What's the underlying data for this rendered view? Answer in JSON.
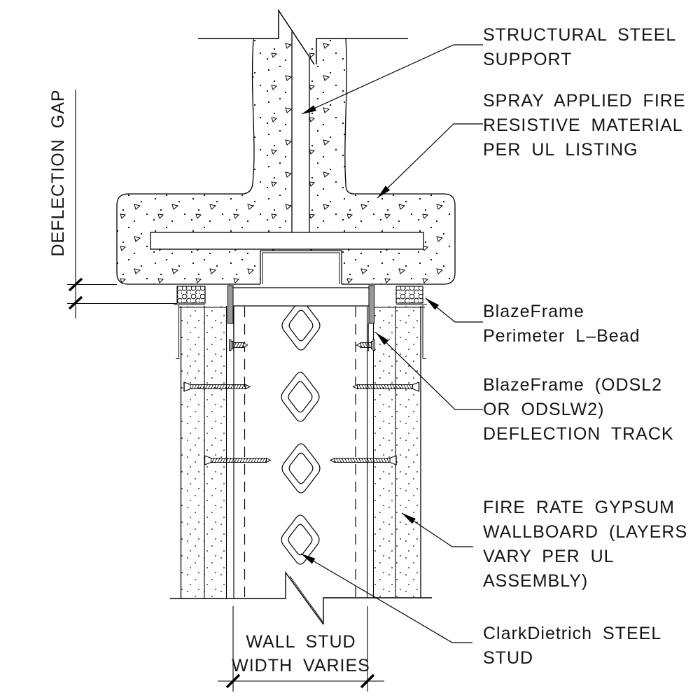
{
  "callouts": {
    "structural_steel_support": {
      "lines": [
        "STRUCTURAL STEEL",
        "SUPPORT"
      ]
    },
    "spray_fire_resistive": {
      "lines": [
        "SPRAY APPLIED FIRE",
        "RESISTIVE MATERIAL",
        "PER UL LISTING"
      ]
    },
    "perimeter_l_bead": {
      "lines": [
        "BlazeFrame",
        "Perimeter L–Bead"
      ]
    },
    "deflection_track": {
      "lines": [
        "BlazeFrame (ODSL2",
        "OR ODSLW2)",
        "DEFLECTION TRACK"
      ]
    },
    "gypsum_wallboard": {
      "lines": [
        "FIRE RATE GYPSUM",
        "WALLBOARD (LAYERS",
        "VARY PER UL",
        "ASSEMBLY)"
      ]
    },
    "steel_stud": {
      "lines": [
        "ClarkDietrich STEEL",
        "STUD"
      ]
    }
  },
  "dimensions": {
    "deflection_gap_label": "DEFLECTION GAP",
    "wall_stud_width": {
      "lines": [
        "WALL STUD",
        "WIDTH VARIES"
      ]
    }
  },
  "colors": {
    "line": "#000000",
    "track_leg_fill": "#9a9a9a",
    "background": "#ffffff"
  }
}
